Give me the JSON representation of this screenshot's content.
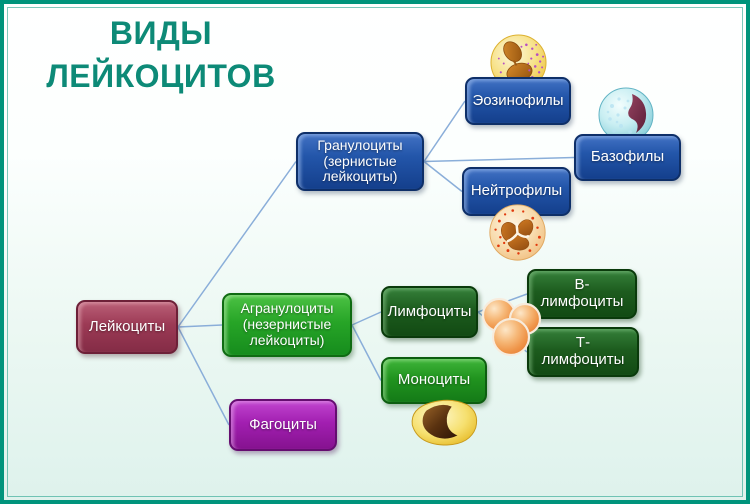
{
  "title": {
    "line1": "ВИДЫ",
    "line2": "ЛЕЙКОЦИТОВ",
    "color": "#0d8a77"
  },
  "frame": {
    "border_color": "#00947c",
    "background_top": "#ffffff",
    "background_bottom": "#def2ec"
  },
  "diagram": {
    "line_color": "#8aaed9",
    "nodes": [
      {
        "id": "leukocytes",
        "label": "Лейкоциты",
        "color": "#9c3a55"
      },
      {
        "id": "granulocytes",
        "label": "Гранулоциты (зернистые лейкоциты)",
        "color": "#2356aa"
      },
      {
        "id": "eosinophils",
        "label": "Эозинофилы",
        "color": "#2356aa"
      },
      {
        "id": "basophils",
        "label": "Базофилы",
        "color": "#2356aa"
      },
      {
        "id": "neutrophils",
        "label": "Нейтрофилы",
        "color": "#2356aa"
      },
      {
        "id": "agranulocytes",
        "label": "Агранулоциты (незернистые лейкоциты)",
        "color": "#27a527"
      },
      {
        "id": "lymphocytes",
        "label": "Лимфоциты",
        "color": "#1d5c1e"
      },
      {
        "id": "b-lymphocytes",
        "label": "В-лимфоциты",
        "color": "#1d5c1e"
      },
      {
        "id": "t-lymphocytes",
        "label": "Т-лимфоциты",
        "color": "#1d5c1e"
      },
      {
        "id": "monocytes",
        "label": "Моноциты",
        "color": "#21941f"
      },
      {
        "id": "phagocytes",
        "label": "Фагоциты",
        "color": "#a21fb1"
      }
    ],
    "edges": [
      {
        "from": "leukocytes",
        "to": "granulocytes"
      },
      {
        "from": "leukocytes",
        "to": "agranulocytes"
      },
      {
        "from": "leukocytes",
        "to": "phagocytes"
      },
      {
        "from": "granulocytes",
        "to": "eosinophils"
      },
      {
        "from": "granulocytes",
        "to": "basophils"
      },
      {
        "from": "granulocytes",
        "to": "neutrophils"
      },
      {
        "from": "agranulocytes",
        "to": "lymphocytes"
      },
      {
        "from": "agranulocytes",
        "to": "monocytes"
      },
      {
        "from": "lymphocytes",
        "to": "b-lymphocytes"
      },
      {
        "from": "lymphocytes",
        "to": "t-lymphocytes"
      }
    ],
    "cell_illustrations": [
      "eosinophil-cell",
      "basophil-cell",
      "neutrophil-cell",
      "lymphocyte-cells",
      "monocyte-cell"
    ]
  }
}
